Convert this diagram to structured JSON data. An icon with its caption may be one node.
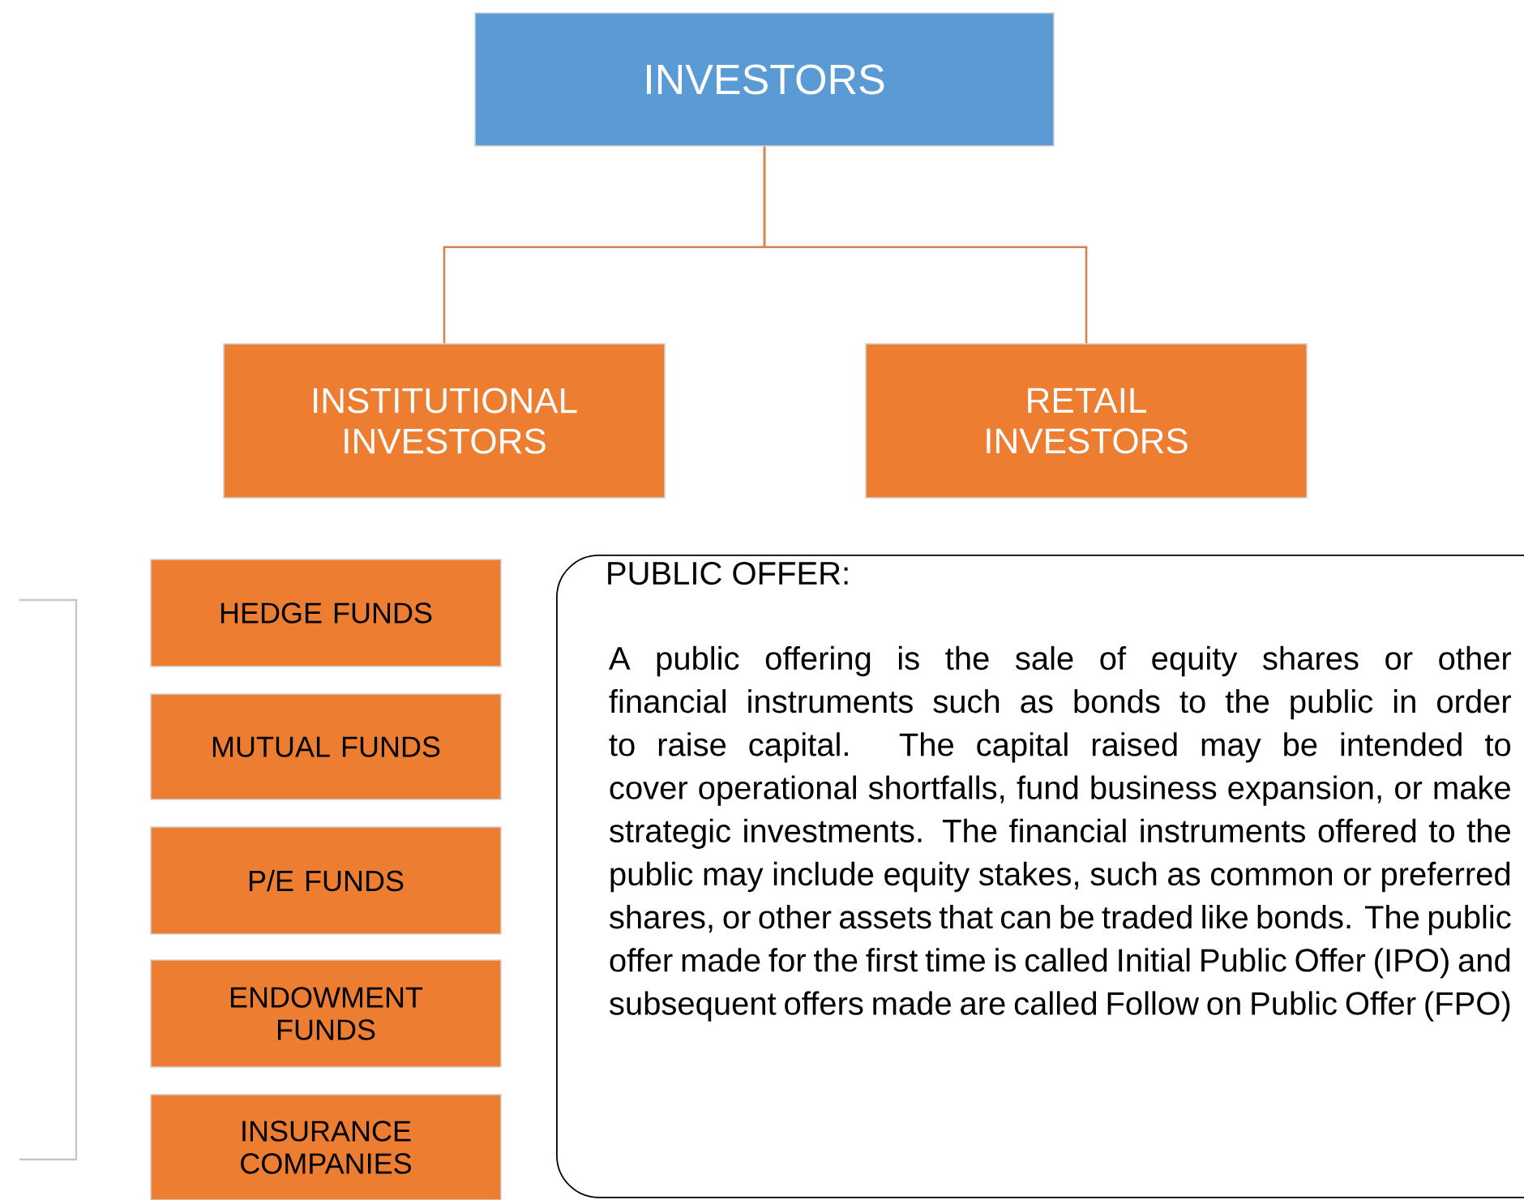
{
  "diagram": {
    "nodes": [
      {
        "text": [
          "INVESTORS"
        ]
      },
      {
        "text": [
          "INSTITUTIONAL INVESTORS"
        ]
      },
      {
        "text": [
          "RETAIL INVESTORS"
        ]
      },
      {
        "text": [
          "HEDGE FUNDS"
        ]
      },
      {
        "text": [
          "MUTUAL FUNDS"
        ]
      },
      {
        "text": [
          "P/E FUNDS"
        ]
      },
      {
        "text": [
          "ENDOWMENT FUNDS"
        ]
      },
      {
        "text": [
          "INSURANCE COMPANIES"
        ]
      },
      {
        "text": [
          "PUBLIC OFFER:",
          "A public offering is the sale of equity shares or other financial instruments such as bonds to the public in order to raise capital. The capital raised may be intended to cover operational shortfalls, fund business expansion, or make strategic investments. The financial instruments offered to the public may include equity stakes, such as common or preferred shares, or other assets that can be traded like bonds. The public offer made for the first time is called Initial Public Offer (IPO) and subsequent offers made are called Follow on Public Offer (FPO)"
        ]
      }
    ],
    "edges": [
      {
        "from": 0,
        "to": 1,
        "arrow": "none"
      },
      {
        "from": 0,
        "to": 2,
        "arrow": "none"
      }
    ]
  }
}
